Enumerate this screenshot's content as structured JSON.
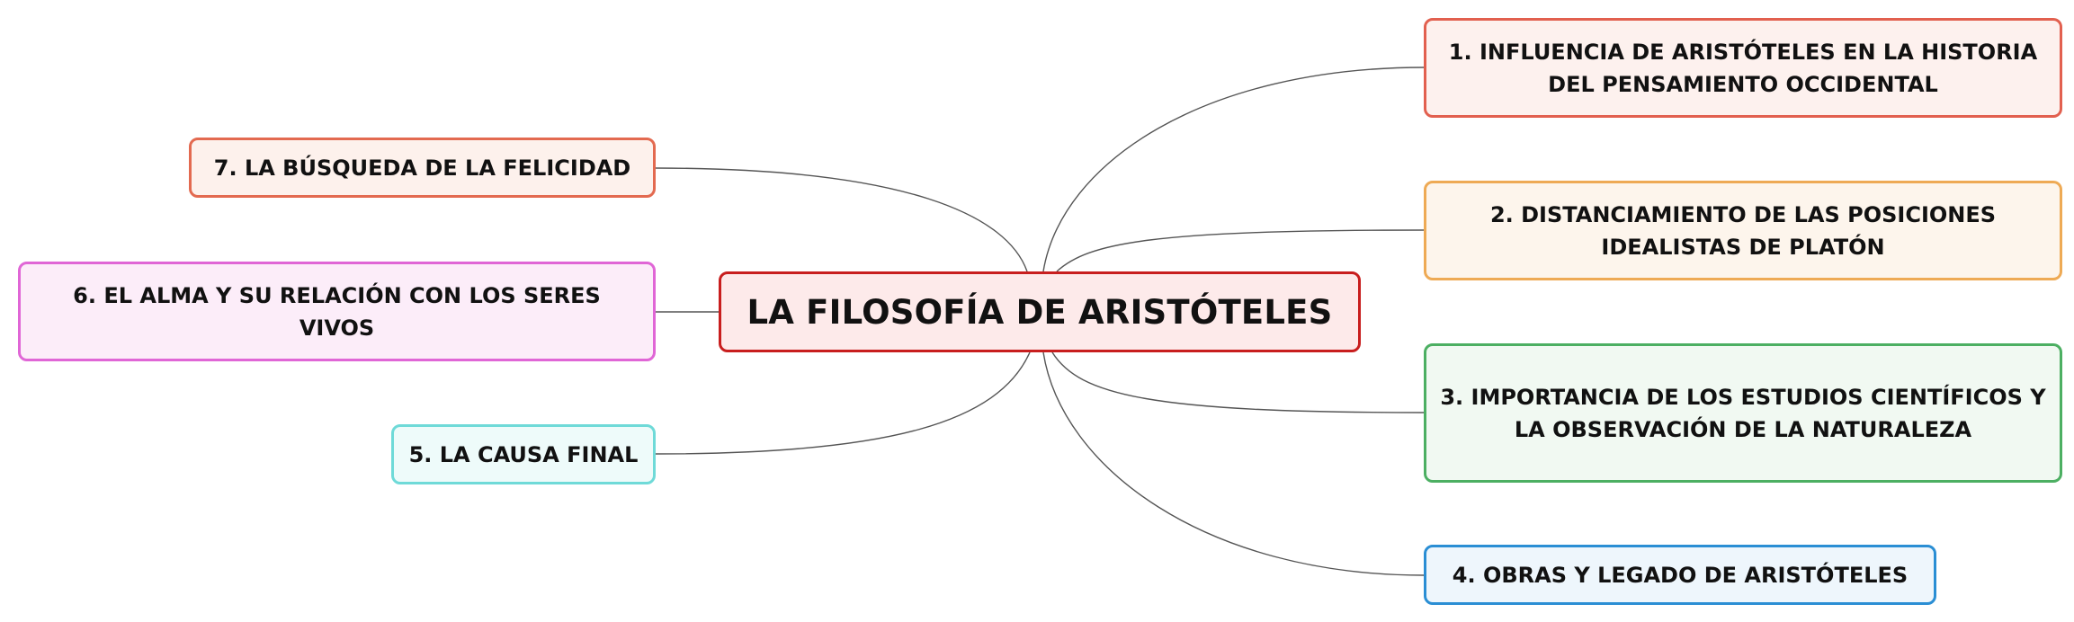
{
  "diagram": {
    "central": {
      "label": "LA FILOSOFÍA DE ARISTÓTELES",
      "border_color": "#c81e1e",
      "fill_color": "#fdeaea"
    },
    "branches": [
      {
        "id": "n1",
        "label": "1. INFLUENCIA DE ARISTÓTELES EN LA HISTORIA DEL PENSAMIENTO OCCIDENTAL",
        "border_color": "#e2604f",
        "fill_color": "#fdf1ee"
      },
      {
        "id": "n2",
        "label": "2. DISTANCIAMIENTO DE LAS POSICIONES IDEALISTAS DE PLATÓN",
        "border_color": "#eeaa55",
        "fill_color": "#fdf5ec"
      },
      {
        "id": "n3",
        "label": "3. IMPORTANCIA DE LOS ESTUDIOS CIENTÍFICOS Y LA OBSERVACIÓN DE LA NATURALEZA",
        "border_color": "#4caf62",
        "fill_color": "#f1f9f2"
      },
      {
        "id": "n4",
        "label": "4. OBRAS Y LEGADO DE ARISTÓTELES",
        "border_color": "#2a8ed4",
        "fill_color": "#eef6fc"
      },
      {
        "id": "n5",
        "label": "5. LA CAUSA FINAL",
        "border_color": "#6fdad8",
        "fill_color": "#eefbfa"
      },
      {
        "id": "n6",
        "label": "6. EL ALMA Y SU RELACIÓN CON LOS SERES VIVOS",
        "border_color": "#e066d6",
        "fill_color": "#fcedf9"
      },
      {
        "id": "n7",
        "label": "7. LA BÚSQUEDA DE LA FELICIDAD",
        "border_color": "#e36a50",
        "fill_color": "#fdf1ec"
      }
    ],
    "connector_color": "#555555"
  }
}
